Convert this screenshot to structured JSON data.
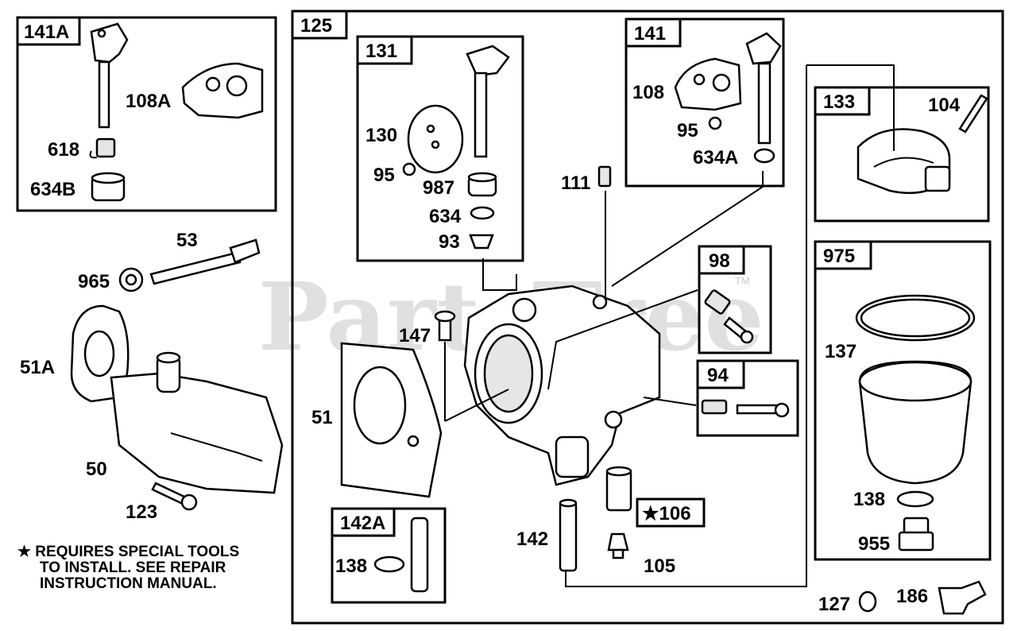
{
  "watermark": {
    "text": "PartsTree",
    "tm": "TM"
  },
  "groups": {
    "g141A": "141A",
    "g125": "125",
    "g131": "131",
    "g141": "141",
    "g133": "133",
    "g98": "98",
    "g94": "94",
    "g975": "975",
    "g142A": "142A"
  },
  "parts": {
    "p108A": "108A",
    "p618": "618",
    "p634B": "634B",
    "p53": "53",
    "p965": "965",
    "p51A": "51A",
    "p50": "50",
    "p123": "123",
    "p130": "130",
    "p95a": "95",
    "p987": "987",
    "p634": "634",
    "p93": "93",
    "p108": "108",
    "p95b": "95",
    "p634A": "634A",
    "p111": "111",
    "p104": "104",
    "p147": "147",
    "p51": "51",
    "p137": "137",
    "p138a": "138",
    "p955": "955",
    "p106": "106",
    "p142": "142",
    "p105": "105",
    "p138b": "138",
    "p127": "127",
    "p186": "186"
  },
  "note": {
    "line1": "★ REQUIRES SPECIAL TOOLS",
    "line2": "TO INSTALL.  SEE REPAIR",
    "line3": "INSTRUCTION MANUAL."
  },
  "star_symbol": "★"
}
